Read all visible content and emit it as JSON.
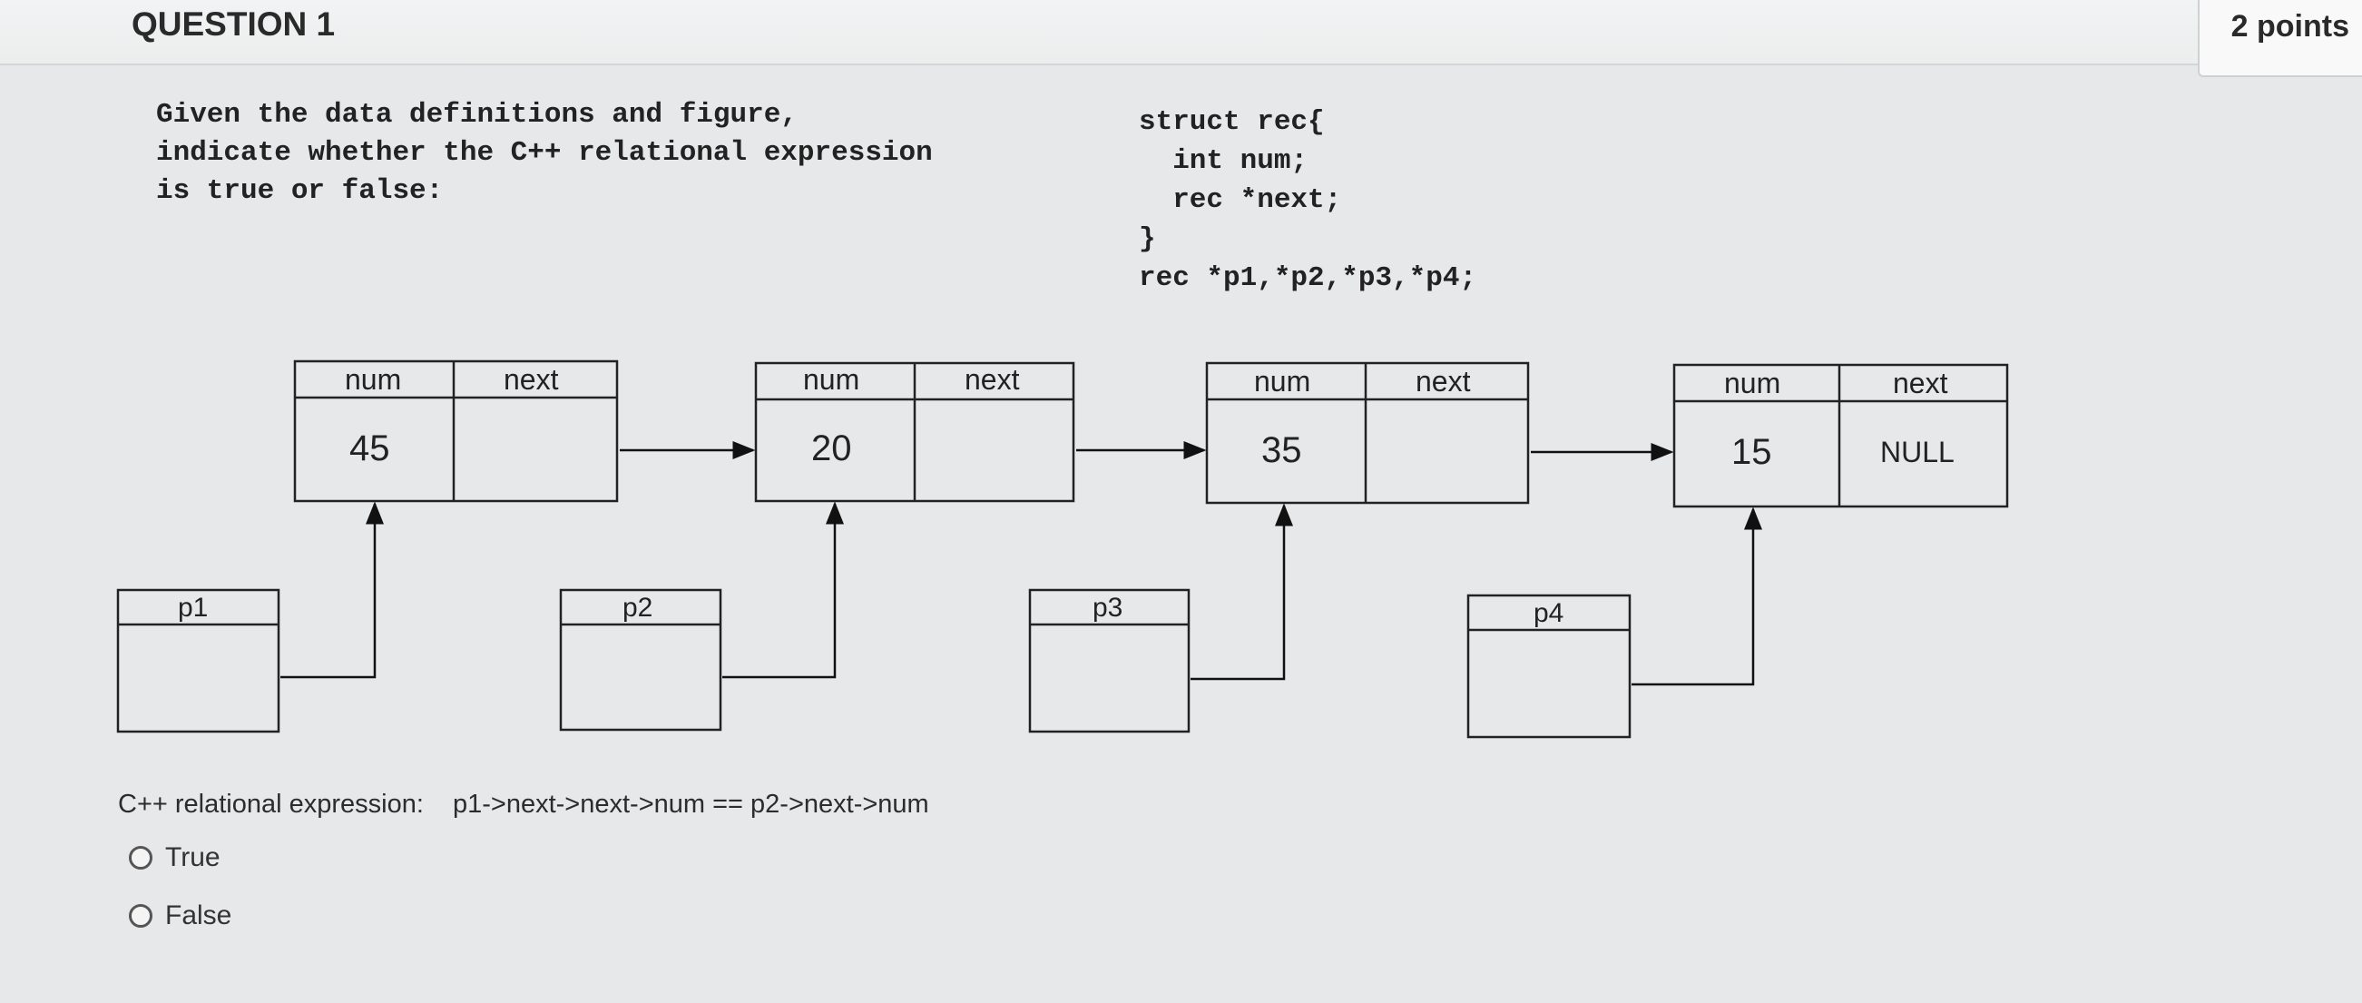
{
  "question": {
    "title": "QUESTION 1",
    "points": "2 points",
    "prompt_lines": [
      "Given the data definitions and figure,",
      "indicate whether the C++ relational expression",
      "is true or false:"
    ],
    "code_lines": [
      "struct rec{",
      "  int num;",
      "  rec *next;",
      "}",
      "rec *p1,*p2,*p3,*p4;"
    ]
  },
  "figure": {
    "header_num": "num",
    "header_next": "next",
    "nodes": [
      {
        "num": "45",
        "next": ""
      },
      {
        "num": "20",
        "next": ""
      },
      {
        "num": "35",
        "next": ""
      },
      {
        "num": "15",
        "next": "NULL"
      }
    ],
    "pointers": [
      "p1",
      "p2",
      "p3",
      "p4"
    ]
  },
  "expression": {
    "label": "C++ relational expression:",
    "value": "p1->next->next->num == p2->next->num"
  },
  "options": [
    "True",
    "False"
  ]
}
